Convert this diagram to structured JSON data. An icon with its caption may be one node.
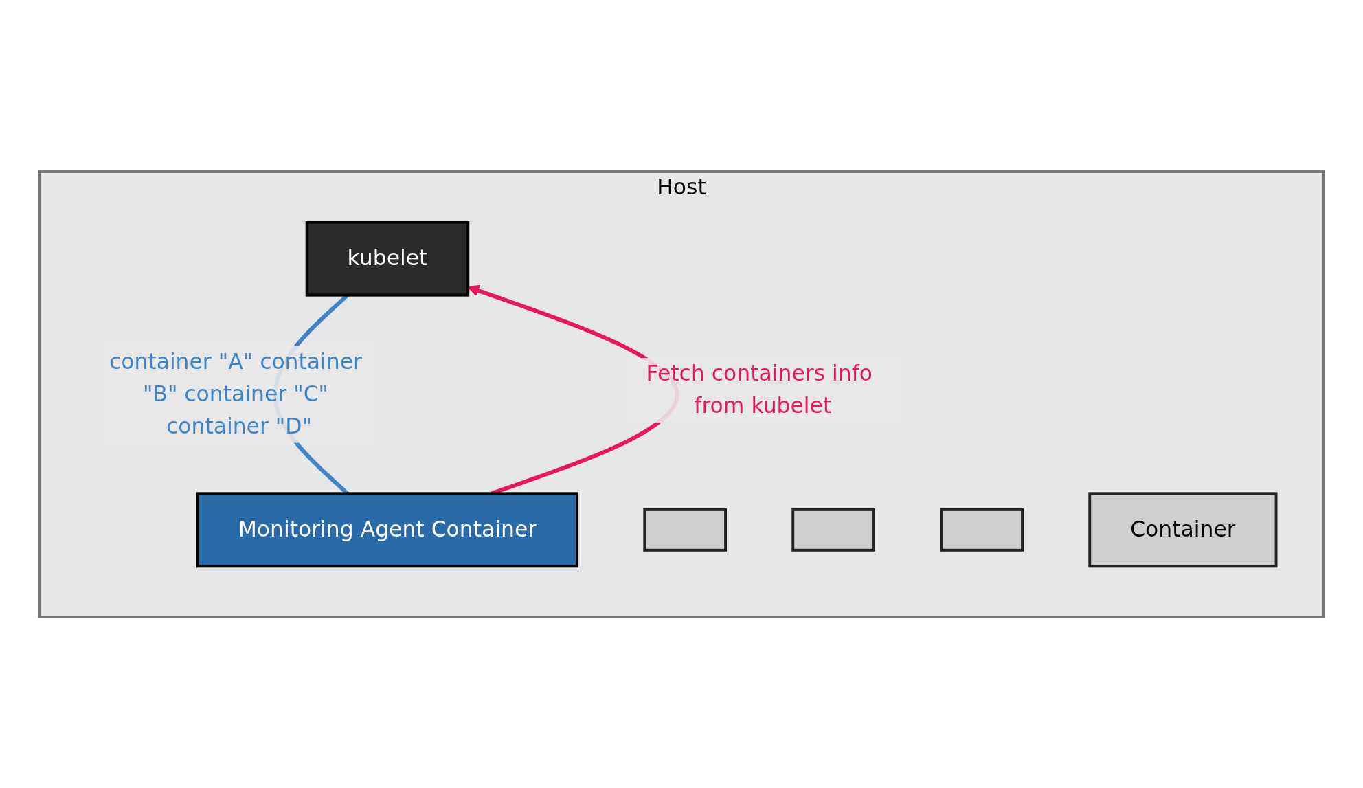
{
  "diagram": {
    "nodes": [
      {
        "text": [
          "Host"
        ]
      },
      {
        "text": [
          "kubelet"
        ],
        "in": 0
      },
      {
        "text": [
          "Monitoring Agent Container"
        ],
        "in": 0
      },
      {
        "text": [],
        "shape": "box",
        "in": 0
      },
      {
        "text": [],
        "shape": "box",
        "in": 0
      },
      {
        "text": [],
        "shape": "box",
        "in": 0
      },
      {
        "text": [
          "Container"
        ],
        "in": 0
      }
    ],
    "edges": [
      {
        "from": 2,
        "to": 1,
        "arrow": "to",
        "label": "Fetch containers info from kubelet",
        "color": "#e8175d"
      },
      {
        "from": 1,
        "to": 2,
        "arrow": "none",
        "label": "container \"A\" container \"B\" container \"C\" container \"D\"",
        "color": "#3d85c6"
      }
    ]
  }
}
